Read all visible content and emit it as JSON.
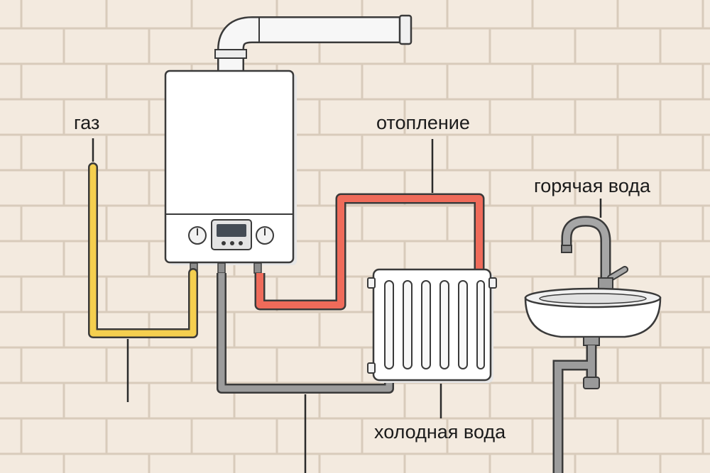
{
  "labels": {
    "gas": "газ",
    "heating": "отопление",
    "hot_water": "горячая вода",
    "cold_water": "холодная вода"
  },
  "colors": {
    "wall": "#f3eadf",
    "mortar": "#d8cbbb",
    "gas_pipe": "#f5cf4f",
    "heating_pipe": "#ef6b5a",
    "cold_pipe": "#9c9c9c",
    "outline": "#3a3a3a",
    "boiler": "#ffffff"
  },
  "boiler_display": "",
  "icons": [
    "chimney-flue",
    "boiler",
    "left-control-knob",
    "right-control-knob",
    "lcd-display",
    "radiator",
    "faucet",
    "sink",
    "sink-drain-trap"
  ]
}
